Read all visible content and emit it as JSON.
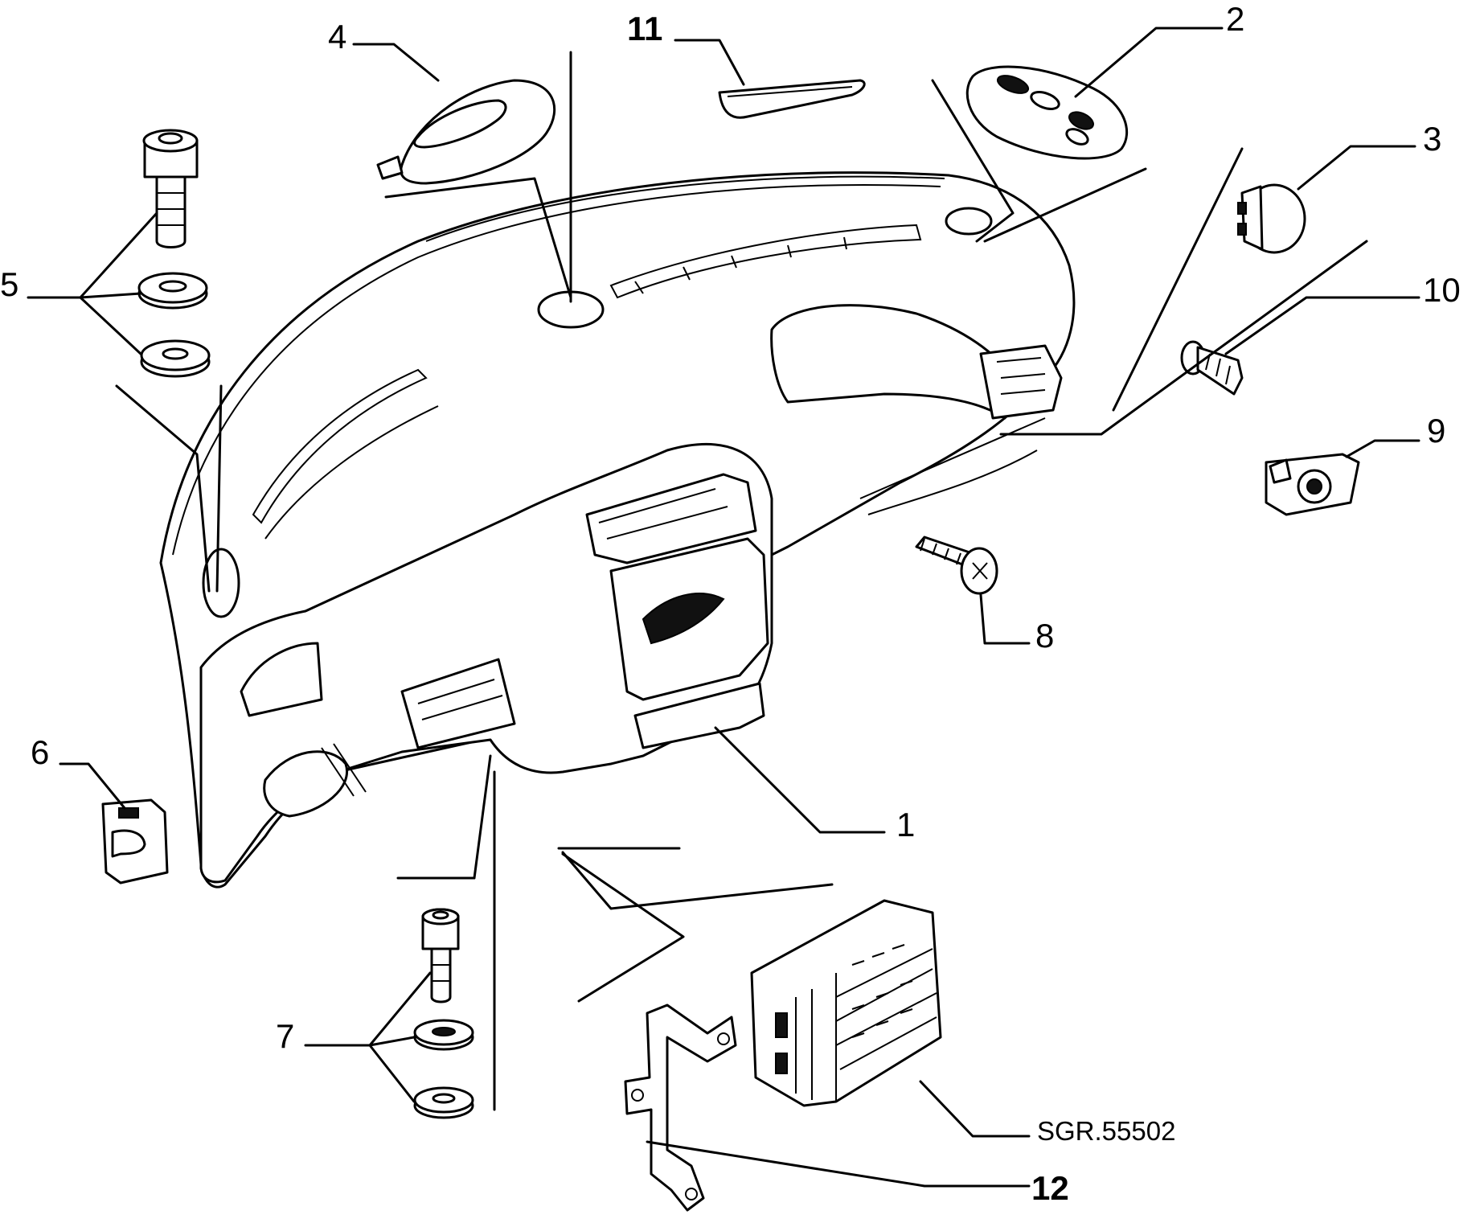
{
  "diagram": {
    "callouts": [
      {
        "id": "1",
        "label": "1"
      },
      {
        "id": "2",
        "label": "2"
      },
      {
        "id": "3",
        "label": "3"
      },
      {
        "id": "4",
        "label": "4"
      },
      {
        "id": "5",
        "label": "5"
      },
      {
        "id": "6",
        "label": "6"
      },
      {
        "id": "7",
        "label": "7"
      },
      {
        "id": "8",
        "label": "8"
      },
      {
        "id": "9",
        "label": "9"
      },
      {
        "id": "10",
        "label": "10"
      },
      {
        "id": "11",
        "label": "11"
      },
      {
        "id": "12",
        "label": "12"
      }
    ],
    "reference_code": "SGR.55502"
  }
}
